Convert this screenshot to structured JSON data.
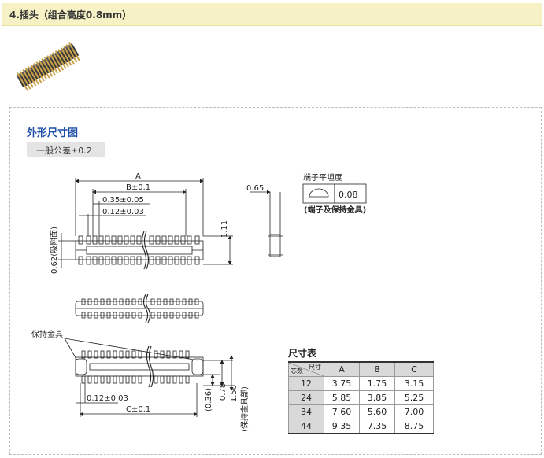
{
  "header": {
    "title": "4.插头（组合高度0.8mm）"
  },
  "section": {
    "title": "外形尺寸图",
    "tolerance": "一般公差±0.2"
  },
  "drawing": {
    "dim_A": "A",
    "dim_B": "B±0.1",
    "dim_pitch": "0.35±0.05",
    "dim_width": "0.12±0.03",
    "dim_suction": "0.62(吸附面)",
    "dim_height": "1.11",
    "dim_side": "0.65",
    "flatness_label": "端子平坦度",
    "flatness_value": "0.08",
    "flatness_note": "(端子及保持金具)",
    "fitting_label": "保持金具",
    "dim_bottom_width": "0.12±0.03",
    "dim_C": "C±0.1",
    "dim_036": "(0.36)",
    "dim_078": "0.78",
    "dim_150": "1.50",
    "dim_fitting_part": "(保持金具部)"
  },
  "size_table": {
    "title": "尺寸表",
    "corner_top": "尺寸",
    "corner_bottom": "芯数",
    "headers": [
      "A",
      "B",
      "C"
    ],
    "rows": [
      {
        "core": "12",
        "A": "3.75",
        "B": "1.75",
        "C": "3.15"
      },
      {
        "core": "24",
        "A": "5.85",
        "B": "3.85",
        "C": "5.25"
      },
      {
        "core": "34",
        "A": "7.60",
        "B": "5.60",
        "C": "7.00"
      },
      {
        "core": "44",
        "A": "9.35",
        "B": "7.35",
        "C": "8.75"
      }
    ]
  }
}
